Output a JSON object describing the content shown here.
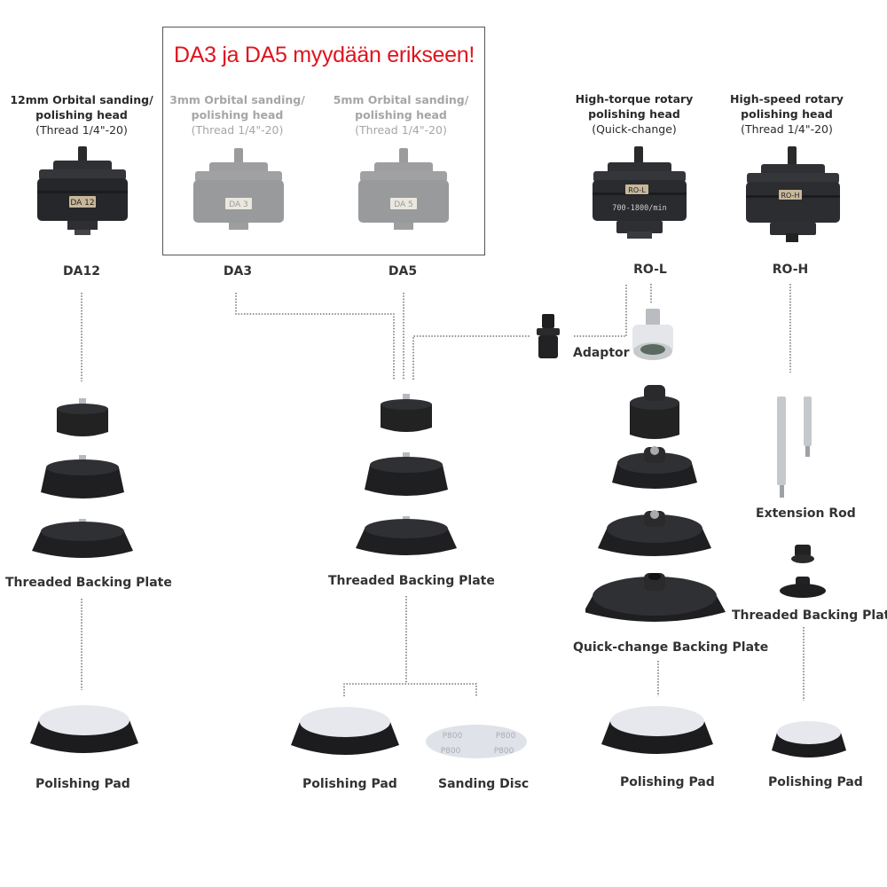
{
  "notice": {
    "text": "DA3 ja DA5 myydään erikseen!",
    "color": "#e0141e"
  },
  "heads": [
    {
      "id": "da12",
      "title_line1": "12mm Orbital sanding/",
      "title_line2": "polishing head",
      "subtitle": "(Thread 1/4\"-20)",
      "code": "DA12",
      "badge": "DA 12",
      "available": true
    },
    {
      "id": "da3",
      "title_line1": "3mm Orbital sanding/",
      "title_line2": "polishing head",
      "subtitle": "(Thread 1/4\"-20)",
      "code": "DA3",
      "badge": "DA 3",
      "available": false
    },
    {
      "id": "da5",
      "title_line1": "5mm Orbital sanding/",
      "title_line2": "polishing head",
      "subtitle": "(Thread 1/4\"-20)",
      "code": "DA5",
      "badge": "DA 5",
      "available": false
    },
    {
      "id": "rol",
      "title_line1": "High-torque rotary",
      "title_line2": "polishing head",
      "subtitle": "(Quick-change)",
      "code": "RO-L",
      "badge": "RO-L",
      "engraving": "700-1800/min",
      "available": true
    },
    {
      "id": "roh",
      "title_line1": "High-speed rotary",
      "title_line2": "polishing head",
      "subtitle": "(Thread 1/4\"-20)",
      "code": "RO-H",
      "badge": "RO-H",
      "available": true
    }
  ],
  "accessories": {
    "adaptor": "Adaptor",
    "da12_backing": "Threaded Backing Plate",
    "da35_backing": "Threaded Backing Plate",
    "rol_backing": "Quick-change Backing Plate",
    "extension_rod": "Extension Rod",
    "roh_backing": "Threaded Backing Plate",
    "pads": {
      "da12": "Polishing Pad",
      "da35": "Polishing Pad",
      "sanding_disc": "Sanding Disc",
      "rol": "Polishing Pad",
      "roh": "Polishing Pad"
    },
    "sanding_disc_grit": "P800"
  },
  "colors": {
    "title_text": "#2a2a2a",
    "faded_text": "#a6a6a6",
    "plastic": "#2b2d30",
    "pad_face": "#e6e8ee",
    "connector": "#555555"
  }
}
